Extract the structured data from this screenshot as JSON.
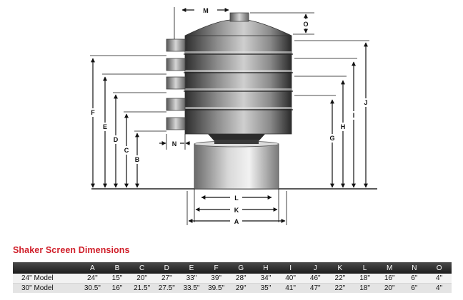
{
  "diagram": {
    "labels": {
      "A": "A",
      "B": "B",
      "C": "C",
      "D": "D",
      "E": "E",
      "F": "F",
      "G": "G",
      "H": "H",
      "I": "I",
      "J": "J",
      "K": "K",
      "L": "L",
      "M": "M",
      "N": "N",
      "O": "O"
    }
  },
  "section_title": "Shaker Screen Dimensions",
  "table": {
    "columns": [
      "A",
      "B",
      "C",
      "D",
      "E",
      "F",
      "G",
      "H",
      "I",
      "J",
      "K",
      "L",
      "M",
      "N",
      "O"
    ],
    "rows": [
      {
        "model": "24\" Model",
        "values": [
          "24\"",
          "15\"",
          "20\"",
          "27\"",
          "33\"",
          "39\"",
          "28\"",
          "34\"",
          "40\"",
          "46\"",
          "22\"",
          "18\"",
          "16\"",
          "6\"",
          "4\""
        ]
      },
      {
        "model": "30\" Model",
        "values": [
          "30.5\"",
          "16\"",
          "21.5\"",
          "27.5\"",
          "33.5\"",
          "39.5\"",
          "29\"",
          "35\"",
          "41\"",
          "47\"",
          "22\"",
          "18\"",
          "20\"",
          "6\"",
          "4\""
        ]
      }
    ]
  }
}
